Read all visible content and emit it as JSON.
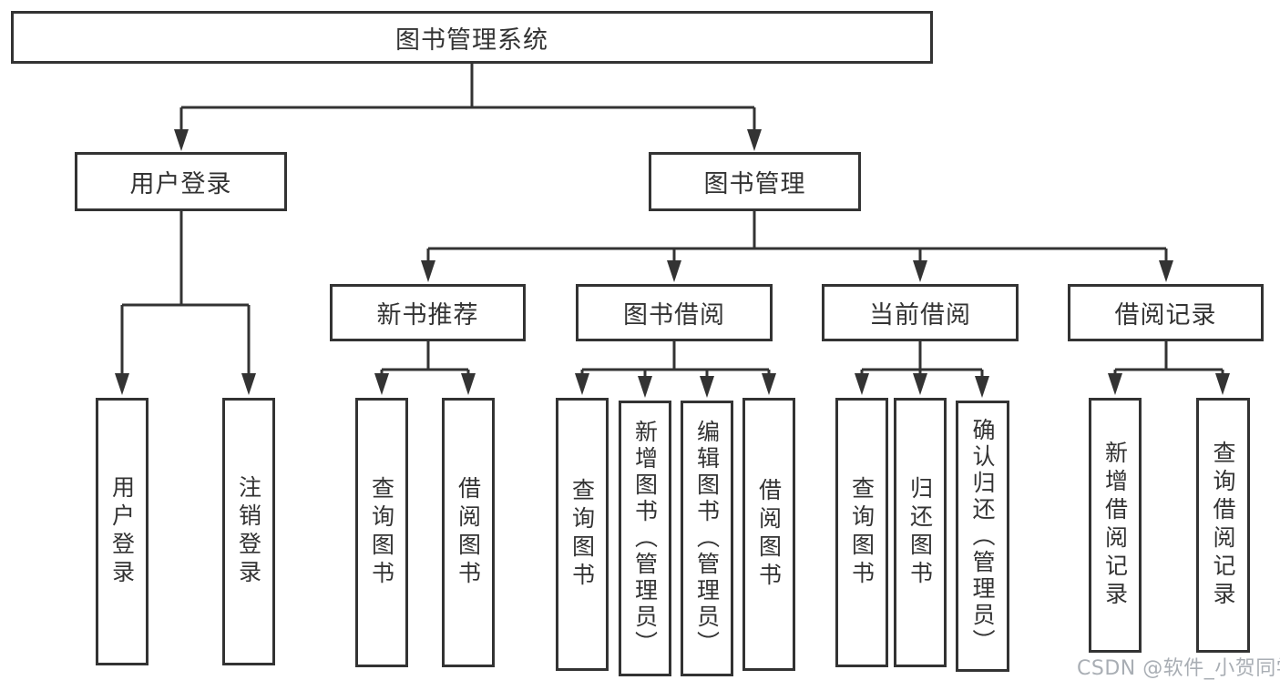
{
  "colors": {
    "background": "#ffffff",
    "box_fill": "#ffffff",
    "box_border": "#333333",
    "line": "#333333",
    "text": "#333333",
    "watermark": "#a9aeb4"
  },
  "nodes": {
    "root": "图书管理系统",
    "user_login": "用户登录",
    "book_management": "图书管理",
    "new_book_recommend": "新书推荐",
    "book_borrow": "图书借阅",
    "current_borrow": "当前借阅",
    "borrow_records": "借阅记录",
    "leaves": {
      "user": [
        "用户登录",
        "注销登录"
      ],
      "recommend": [
        "查询图书",
        "借阅图书"
      ],
      "borrow": [
        "查询图书",
        "新增图书（管理员）",
        "编辑图书（管理员）",
        "借阅图书"
      ],
      "current": [
        "查询图书",
        "归还图书",
        "确认归还（管理员）"
      ],
      "records": [
        "新增借阅记录",
        "查询借阅记录"
      ]
    }
  },
  "watermark": {
    "text": "CSDN @软件_小贺同学"
  }
}
